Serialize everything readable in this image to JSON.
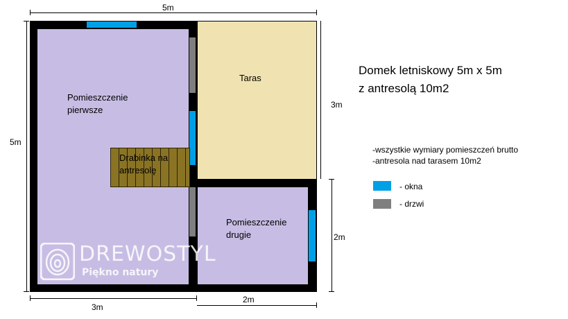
{
  "title": {
    "line1": "Domek letniskowy 5m x 5m",
    "line2": "z antresolą 10m2"
  },
  "rooms": {
    "room1": {
      "line1": "Pomieszczenie",
      "line2": "pierwsze"
    },
    "room2": {
      "line1": "Pomieszczenie",
      "line2": "drugie"
    },
    "taras": "Taras",
    "stairs": {
      "line1": "Drabinka na",
      "line2": "antresolę"
    }
  },
  "dimensions": {
    "top": "5m",
    "left": "5m",
    "bottom_left": "3m",
    "bottom_right": "2m",
    "right_upper": "3m",
    "right_lower": "2m"
  },
  "notes": [
    "-wszystkie wymiary pomieszczeń brutto",
    "-antresola nad tarasem 10m2"
  ],
  "legend": [
    {
      "label": "- okna",
      "color": "#00a0e6"
    },
    {
      "label": "- drzwi",
      "color": "#7f7f7f"
    }
  ],
  "logo": {
    "brand": "DREWOSTYL",
    "tagline": "Piękno natury"
  },
  "colors": {
    "wall": "#000000",
    "room": "#c7bde4",
    "taras": "#f1e3b1",
    "window": "#00a0e6",
    "door": "#7f7f7f",
    "stairs": "#8a7424"
  }
}
